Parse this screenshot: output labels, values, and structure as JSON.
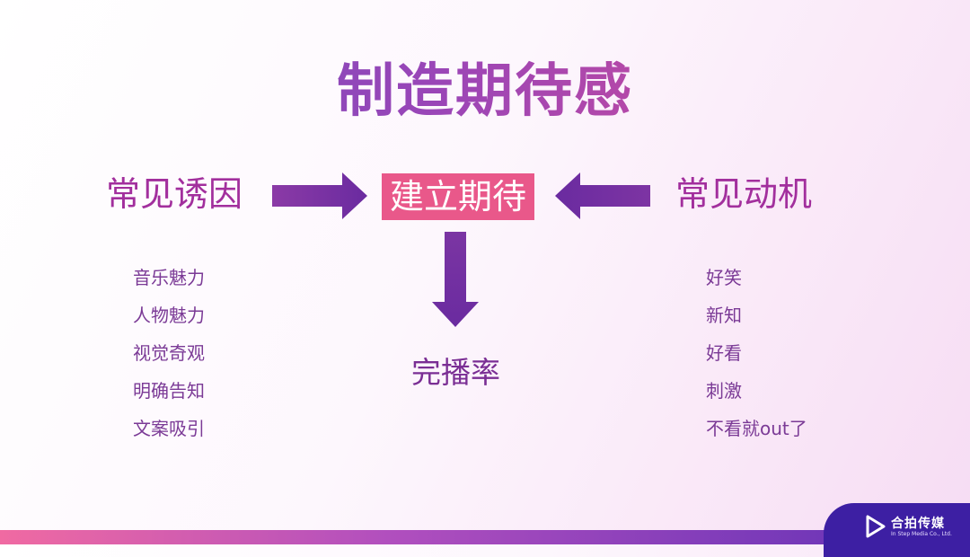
{
  "title": "制造期待感",
  "left_heading": "常见诱因",
  "center_label": "建立期待",
  "right_heading": "常见动机",
  "result_label": "完播率",
  "left_items": [
    "音乐魅力",
    "人物魅力",
    "视觉奇观",
    "明确告知",
    "文案吸引"
  ],
  "right_items": [
    "好笑",
    "新知",
    "好看",
    "刺激",
    "不看就out了"
  ],
  "logo": {
    "name": "合拍传媒",
    "tagline": "In Step Media Co., Ltd."
  },
  "colors": {
    "accent_pink": "#e9588a",
    "heading_magenta": "#a22f9d",
    "arrow_purple": "#6c30a0",
    "text_purple": "#7b3a96",
    "footer_indigo": "#3d1fa3"
  }
}
